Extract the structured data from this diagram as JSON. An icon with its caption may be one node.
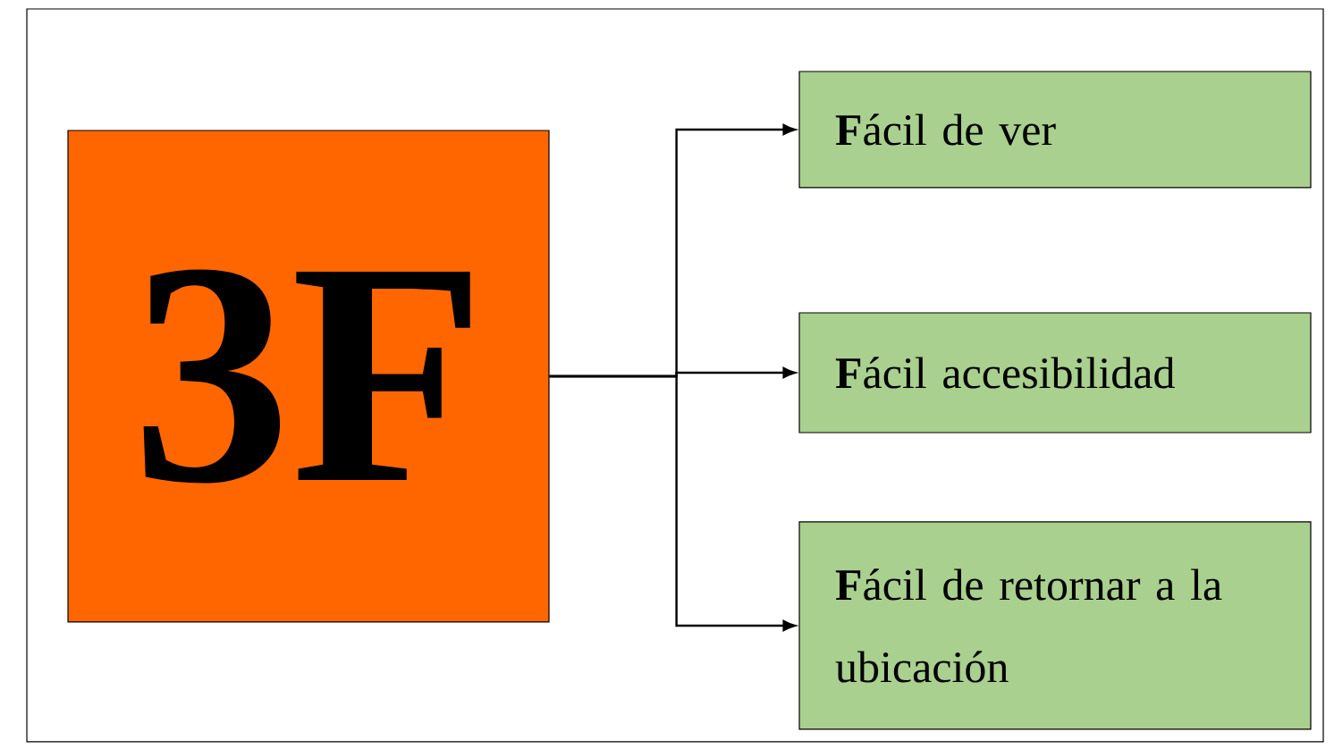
{
  "diagram": {
    "nodes": [
      {
        "text": [
          "3F"
        ]
      },
      {
        "text": [
          "**F**ácil de ver"
        ]
      },
      {
        "text": [
          "**F**ácil accesibilidad"
        ]
      },
      {
        "text": [
          "**F**ácil de retornar a la ubicación"
        ]
      }
    ],
    "edges": [
      {
        "from": 0,
        "to": 1,
        "arrow": "to"
      },
      {
        "from": 0,
        "to": 2,
        "arrow": "to"
      },
      {
        "from": 0,
        "to": 3,
        "arrow": "to"
      }
    ]
  }
}
